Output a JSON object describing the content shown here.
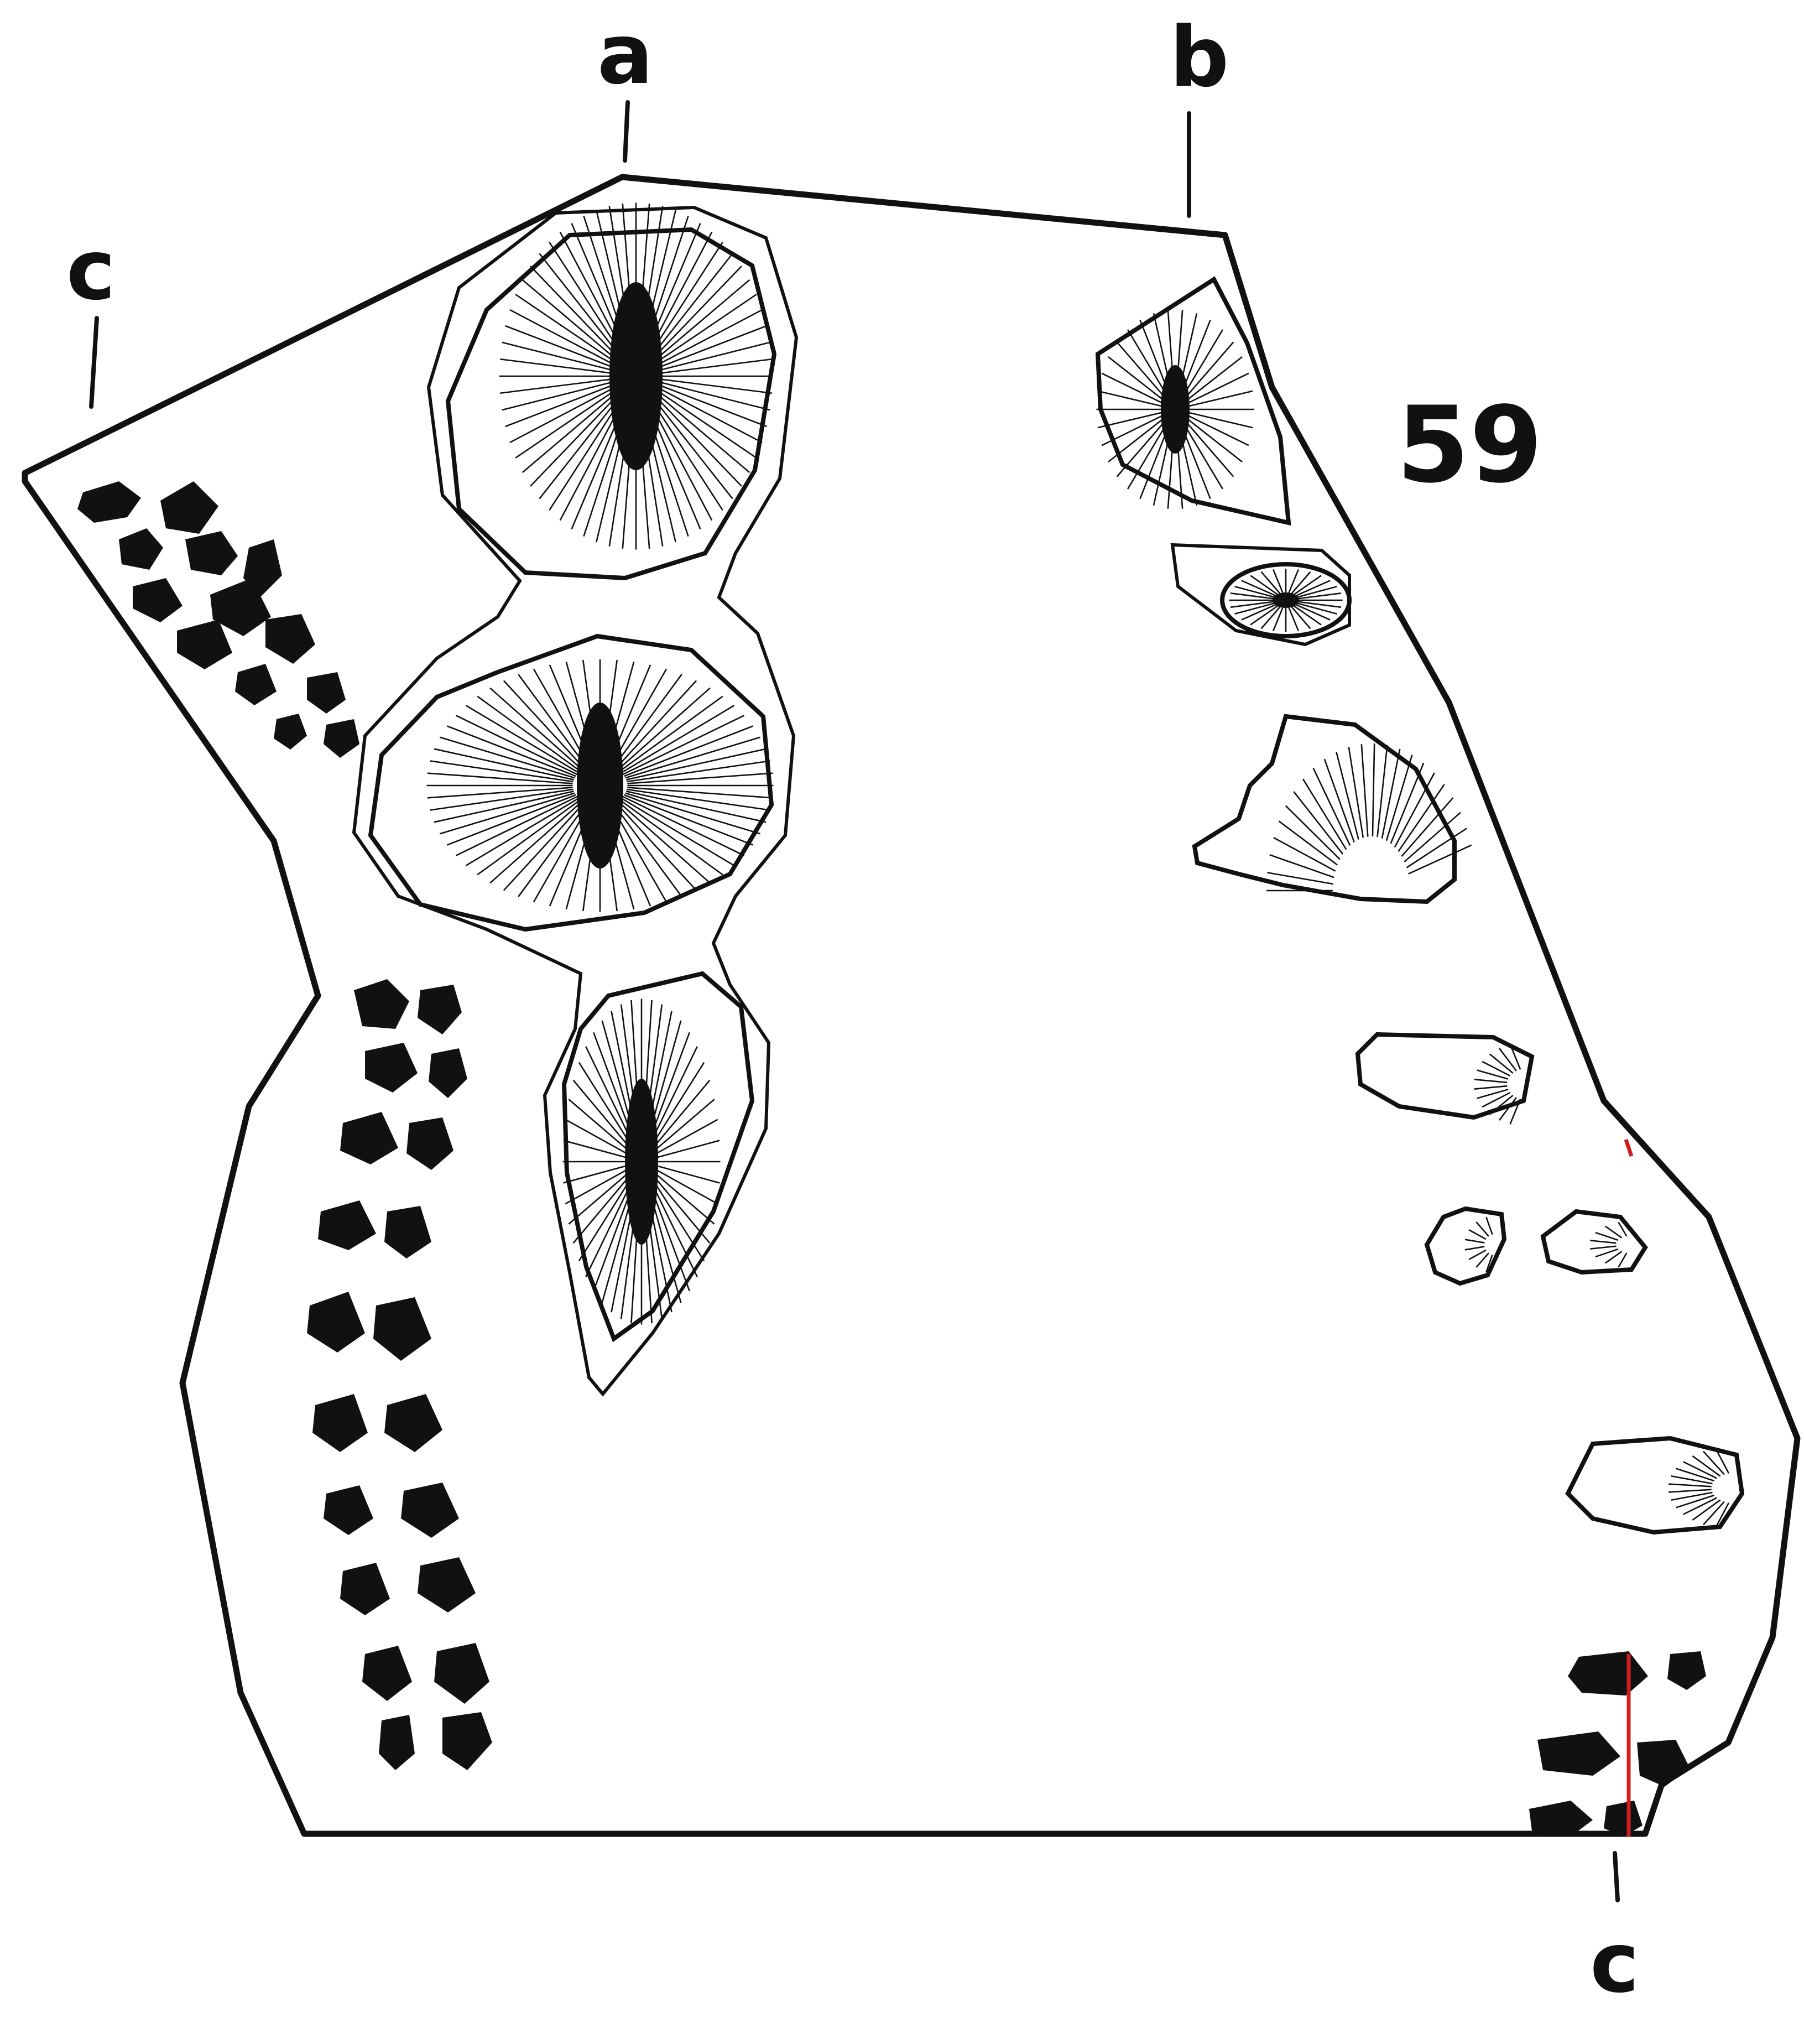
{
  "figure": {
    "number": "59",
    "labels": {
      "a": "a",
      "b": "b",
      "c_left": "c",
      "c_bottom": "c"
    }
  },
  "colors": {
    "ink": "#111111",
    "paper": "#ffffff",
    "accent_marks": "#cc1f1f"
  }
}
